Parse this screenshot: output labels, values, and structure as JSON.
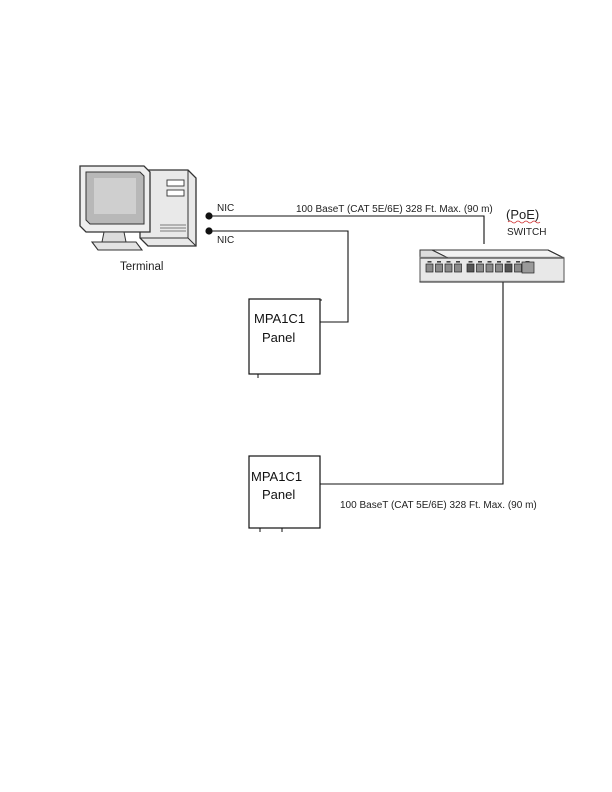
{
  "terminal": {
    "label": "Terminal"
  },
  "nics": [
    {
      "label": "NIC"
    },
    {
      "label": "NIC"
    }
  ],
  "switch": {
    "poe_label": "(PoE)",
    "label": "SWITCH",
    "port_count": 11
  },
  "panels": [
    {
      "line1": "MPA1C1",
      "line2": "Panel"
    },
    {
      "line1": "MPA1C1",
      "line2": "Panel"
    }
  ],
  "links": {
    "top_cable": "100 BaseT (CAT 5E/6E) 328 Ft. Max. (90 m)",
    "bottom_cable": "100 BaseT (CAT 5E/6E) 328 Ft. Max. (90 m)"
  },
  "colors": {
    "line": "#111111",
    "poe_underline": "#d03030",
    "computer_body": "#e9e9e9",
    "screen": "#b8b8b8"
  }
}
